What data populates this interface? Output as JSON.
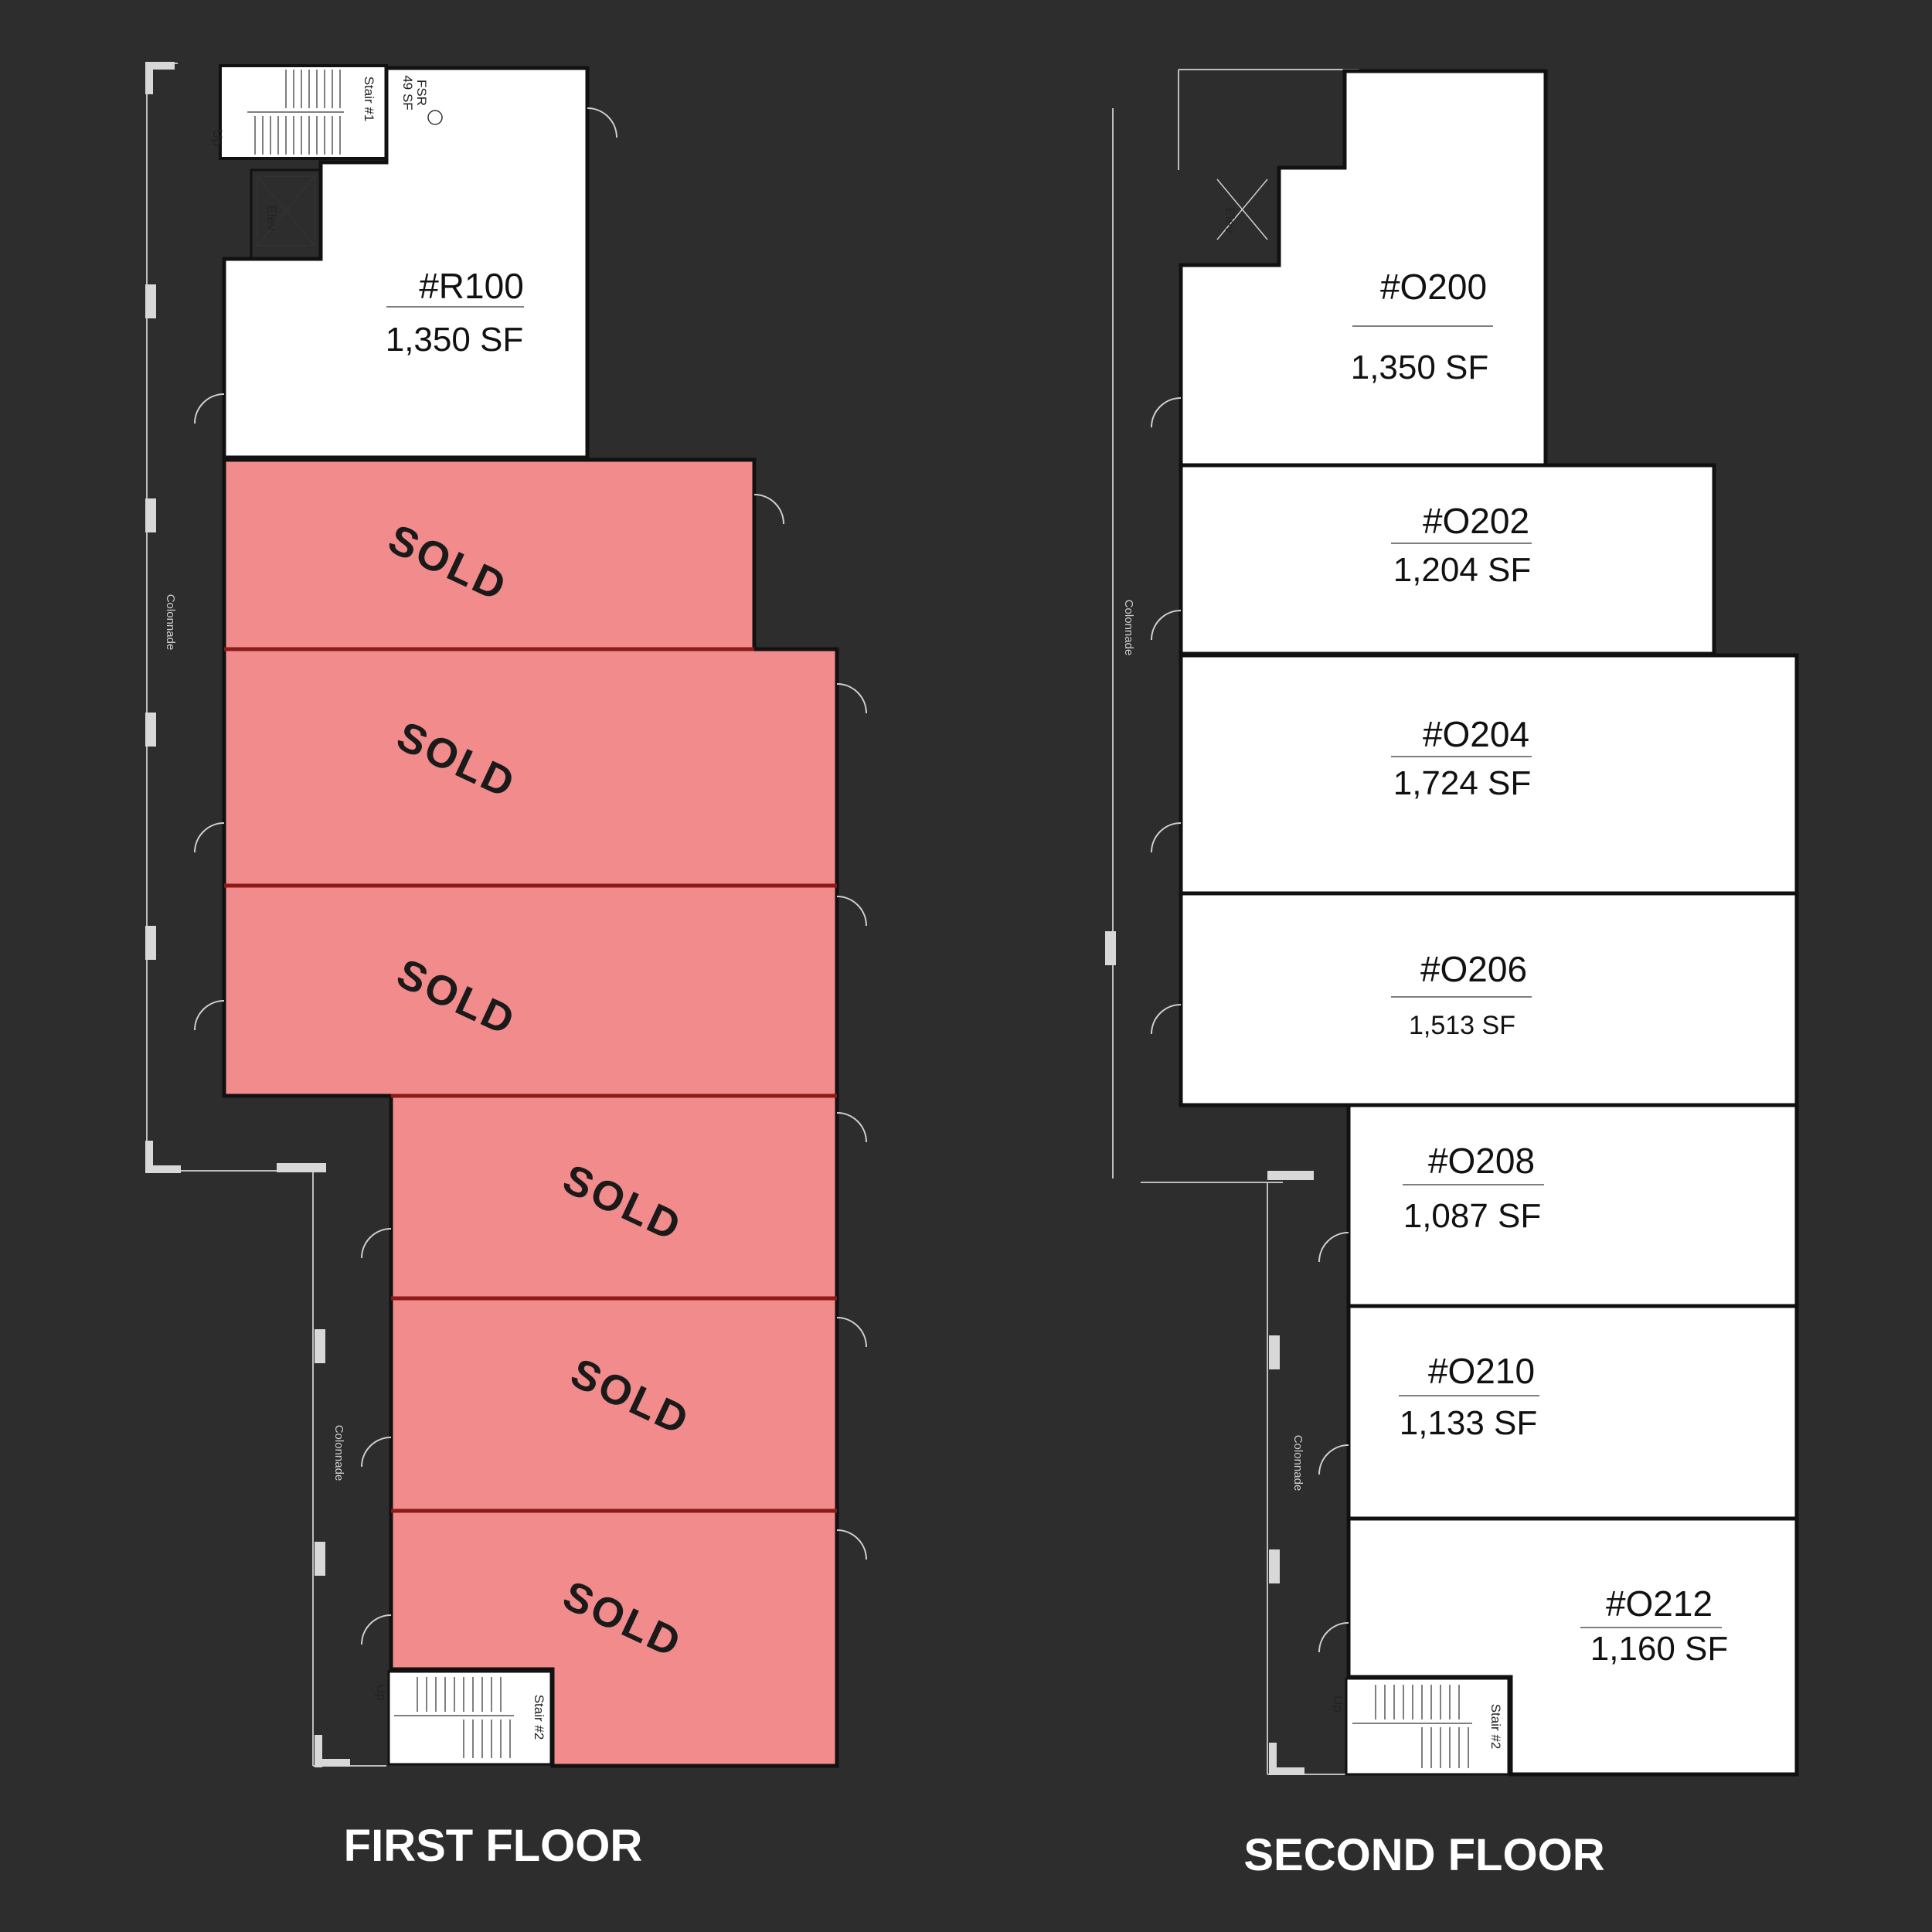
{
  "colors": {
    "background": "#2d2d2d",
    "unit_available": "#ffffff",
    "unit_sold": "#f28b8b",
    "wall": "#111111",
    "sold_divider": "#8b1a1a"
  },
  "first_floor": {
    "title": "FIRST FLOOR",
    "units": [
      {
        "number": "#R100",
        "area": "1,350 SF",
        "status": "available"
      },
      {
        "status": "sold",
        "label": "SOLD"
      },
      {
        "status": "sold",
        "label": "SOLD"
      },
      {
        "status": "sold",
        "label": "SOLD"
      },
      {
        "status": "sold",
        "label": "SOLD"
      },
      {
        "status": "sold",
        "label": "SOLD"
      },
      {
        "status": "sold",
        "label": "SOLD"
      }
    ],
    "rooms": {
      "fsr": "FSR",
      "fsr_area": "49 SF",
      "stair1": "Stair #1",
      "stair2": "Stair #2",
      "elev": "Elev",
      "up": "Up"
    },
    "colonnade": "Colonnade"
  },
  "second_floor": {
    "title": "SECOND FLOOR",
    "units": [
      {
        "number": "#O200",
        "area": "1,350 SF",
        "status": "available"
      },
      {
        "number": "#O202",
        "area": "1,204 SF",
        "status": "available"
      },
      {
        "number": "#O204",
        "area": "1,724 SF",
        "status": "available"
      },
      {
        "number": "#O206",
        "area": "1,513 SF",
        "status": "available"
      },
      {
        "number": "#O208",
        "area": "1,087 SF",
        "status": "available"
      },
      {
        "number": "#O210",
        "area": "1,133 SF",
        "status": "available"
      },
      {
        "number": "#O212",
        "area": "1,160 SF",
        "status": "available"
      }
    ],
    "rooms": {
      "stair2": "Stair #2",
      "elev": "Elev",
      "up": "Up"
    },
    "colonnade": "Colonnade"
  }
}
